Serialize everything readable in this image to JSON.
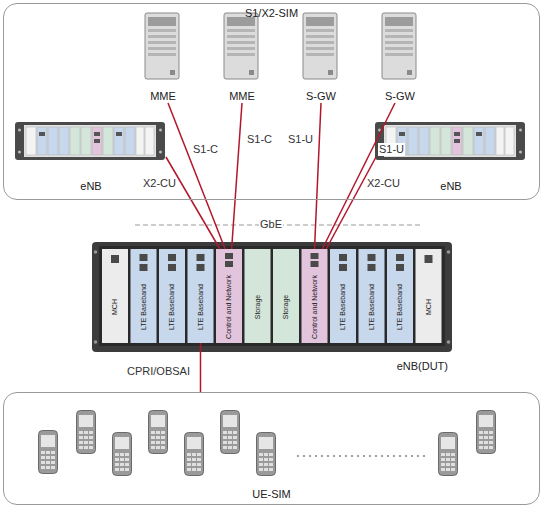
{
  "diagram": {
    "nodes": [
      {
        "text": [
          "S1/X2-SIM"
        ]
      },
      {
        "text": [
          "MME"
        ],
        "in": 0
      },
      {
        "text": [
          "MME"
        ],
        "in": 0
      },
      {
        "text": [
          "S-GW"
        ],
        "in": 0
      },
      {
        "text": [
          "S-GW"
        ],
        "in": 0
      },
      {
        "text": [
          "eNB"
        ],
        "in": 0
      },
      {
        "text": [
          "eNB"
        ],
        "in": 0
      },
      {
        "text": [
          "eNB(DUT)"
        ]
      },
      {
        "text": [
          "MCH"
        ],
        "in": 7
      },
      {
        "text": [
          "LTE Baseband"
        ],
        "in": 7
      },
      {
        "text": [
          "LTE Baseband"
        ],
        "in": 7
      },
      {
        "text": [
          "LTE Baseband"
        ],
        "in": 7
      },
      {
        "text": [
          "Control and Network"
        ],
        "in": 7
      },
      {
        "text": [
          "Storage"
        ],
        "in": 7
      },
      {
        "text": [
          "Storage"
        ],
        "in": 7
      },
      {
        "text": [
          "Control and Network"
        ],
        "in": 7
      },
      {
        "text": [
          "LTE Baseband"
        ],
        "in": 7
      },
      {
        "text": [
          "LTE Baseband"
        ],
        "in": 7
      },
      {
        "text": [
          "LTE Baseband"
        ],
        "in": 7
      },
      {
        "text": [
          "MCH"
        ],
        "in": 7
      },
      {
        "text": [
          "UE-SIM"
        ]
      }
    ],
    "edges": [
      {
        "from": 1,
        "to": 12,
        "arrow": "none",
        "label": "S1-C"
      },
      {
        "from": 2,
        "to": 12,
        "arrow": "none",
        "label": "S1-C"
      },
      {
        "from": 3,
        "to": 15,
        "arrow": "none",
        "label": "S1-U"
      },
      {
        "from": 4,
        "to": 15,
        "arrow": "none",
        "label": "S1-U"
      },
      {
        "from": 5,
        "to": 12,
        "arrow": "none",
        "label": "X2-CU"
      },
      {
        "from": 6,
        "to": 15,
        "arrow": "none",
        "label": "X2-CU"
      },
      {
        "from": 11,
        "to": 20,
        "arrow": "none",
        "label": "CPRI/OBSAI"
      }
    ],
    "labels": [
      "GbE"
    ]
  }
}
